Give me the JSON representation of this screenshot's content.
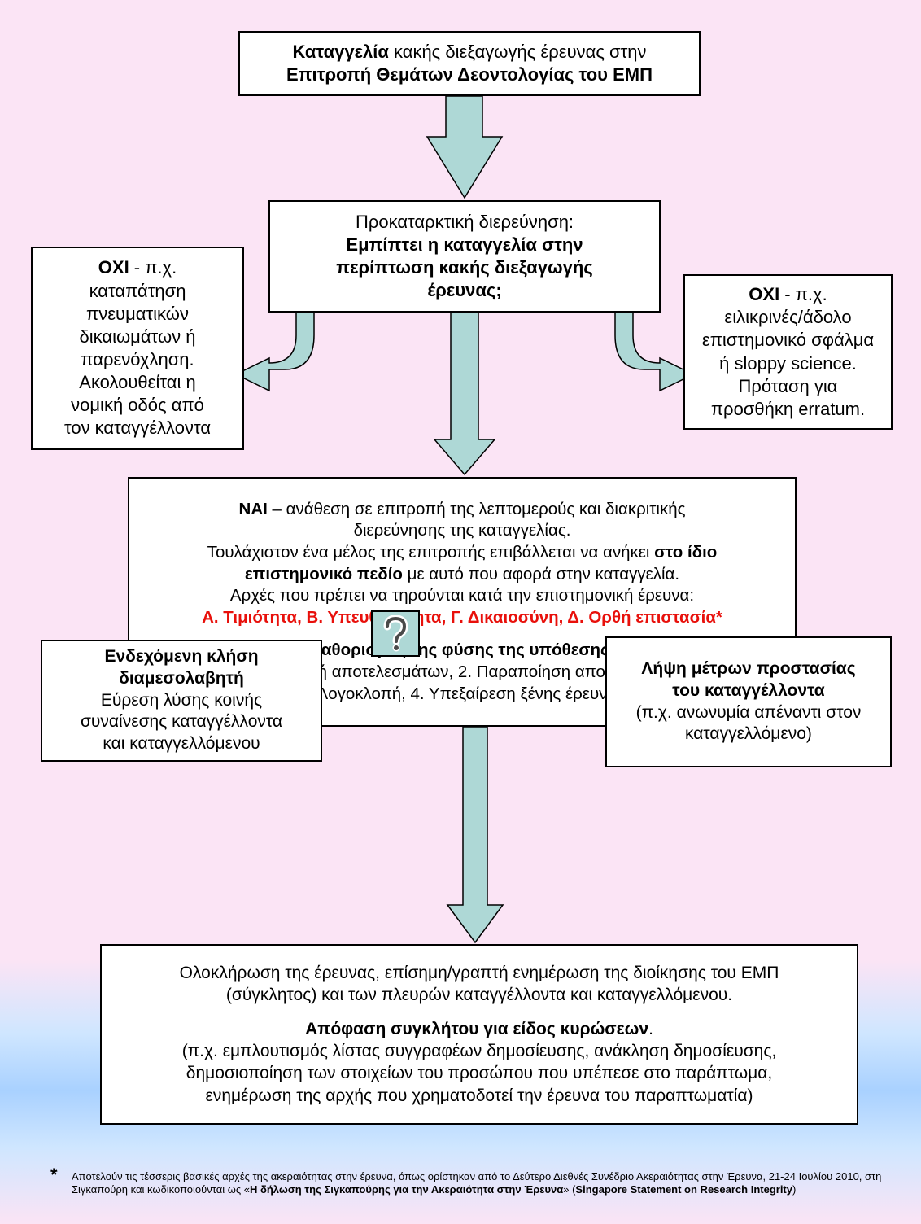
{
  "colors": {
    "arrow_fill": "#aed8d6",
    "principles_red": "#e8100b",
    "background_pink": "#fbe4f5",
    "background_blue": "#a9d1ff"
  },
  "boxes": {
    "complaint": {
      "bold1": "Καταγγελία",
      "text1": " κακής διεξαγωγής έρευνας στην",
      "bold2": "Επιτροπή Θεμάτων Δεοντολογίας του ΕΜΠ"
    },
    "prelim": {
      "line1": "Προκαταρκτική διερεύνηση:",
      "bold1": "Εμπίπτει η καταγγελία στην",
      "bold2": "περίπτωση κακής διεξαγωγής",
      "bold3": "έρευνας;"
    },
    "no_left": {
      "bold": "ΟΧΙ",
      "text1": " - π.χ.",
      "lines": [
        "καταπάτηση",
        "πνευματικών",
        "δικαιωμάτων ή",
        "παρενόχληση.",
        "Ακολουθείται η",
        "νομική οδός από",
        "τον καταγγέλλοντα"
      ]
    },
    "no_right": {
      "bold": "ΟΧΙ",
      "text1": " - π.χ.",
      "lines": [
        "ειλικρινές/άδολο",
        "επιστημονικό σφάλμα",
        "ή sloppy science.",
        "Πρόταση για",
        "προσθήκη erratum."
      ]
    },
    "yes": {
      "bold1": "ΝΑΙ",
      "text1": " – ανάθεση σε επιτροπή της λεπτομερούς και διακριτικής",
      "line2": "διερεύνησης της καταγγελίας.",
      "line3a": "Τουλάχιστον ένα μέλος της επιτροπής επιβάλλεται να ανήκει ",
      "line3b": "στο ίδιο",
      "line4a": "επιστημονικό πεδίο",
      "line4b": " με αυτό που αφορά στην καταγγελία.",
      "line5": "Αρχές που πρέπει να τηρούνται κατά την επιστημονική έρευνα:",
      "principles": "Α. Τιμιότητα, Β. Υπευθυνότητα, Γ. Δικαιοσύνη, Δ. Ορθή επιστασία*",
      "nature_title": "Καθορισμός της φύσης της υπόθεσης:",
      "nature1": "1.   Κατασκευή αποτελεσμάτων, 2. Παραποίηση αποτελεσμάτων,",
      "nature2": "3. Λογοκλοπή, 4. Υπεξαίρεση ξένης έρευνας"
    },
    "mediator": {
      "bold1": "Ενδεχόμενη κλήση",
      "bold2": "διαμεσολαβητή",
      "lines": [
        "Εύρεση λύσης κοινής",
        "συναίνεσης καταγγέλλοντα",
        "και καταγγελλόμενου"
      ]
    },
    "protection": {
      "bold1": "Λήψη μέτρων προστασίας",
      "bold2": "του καταγγέλλοντα",
      "lines": [
        "(π.χ. ανωνυμία απέναντι στον",
        "καταγγελλόμενο)"
      ]
    },
    "final": {
      "line1": "Ολοκλήρωση της έρευνας, επίσημη/γραπτή ενημέρωση της διοίκησης του ΕΜΠ",
      "line2": "(σύγκλητος) και των πλευρών καταγγέλλοντα και καταγγελλόμενου.",
      "bold": "Απόφαση συγκλήτου για είδος κυρώσεων",
      "bold_end": ".",
      "examples": [
        "(π.χ. εμπλουτισμός λίστας συγγραφέων δημοσίευσης, ανάκληση δημοσίευσης,",
        "δημοσιοποίηση των στοιχείων του προσώπου που υπέπεσε στο παράπτωμα,",
        "ενημέρωση της αρχής που χρηματοδοτεί την έρευνα του παραπτωματία)"
      ]
    }
  },
  "question_icon": "question-mark-icon",
  "footnote": {
    "star": "*",
    "text1": "Αποτελούν τις τέσσερις βασικές αρχές της ακεραιότητας στην έρευνα, όπως ορίστηκαν από το Δεύτερο Διεθνές Συνέδριο Ακεραιότητας στην Έρευνα, 21-24 Ιουλίου 2010, στη Σιγκαπούρη και κωδικοποιούνται ως «",
    "bold1": "Η δήλωση της Σιγκαπούρης για την Ακεραιότητα στην Έρευνα",
    "text2": "» (",
    "bold2": "Singapore Statement on Research Integrity",
    "text3": ")"
  }
}
